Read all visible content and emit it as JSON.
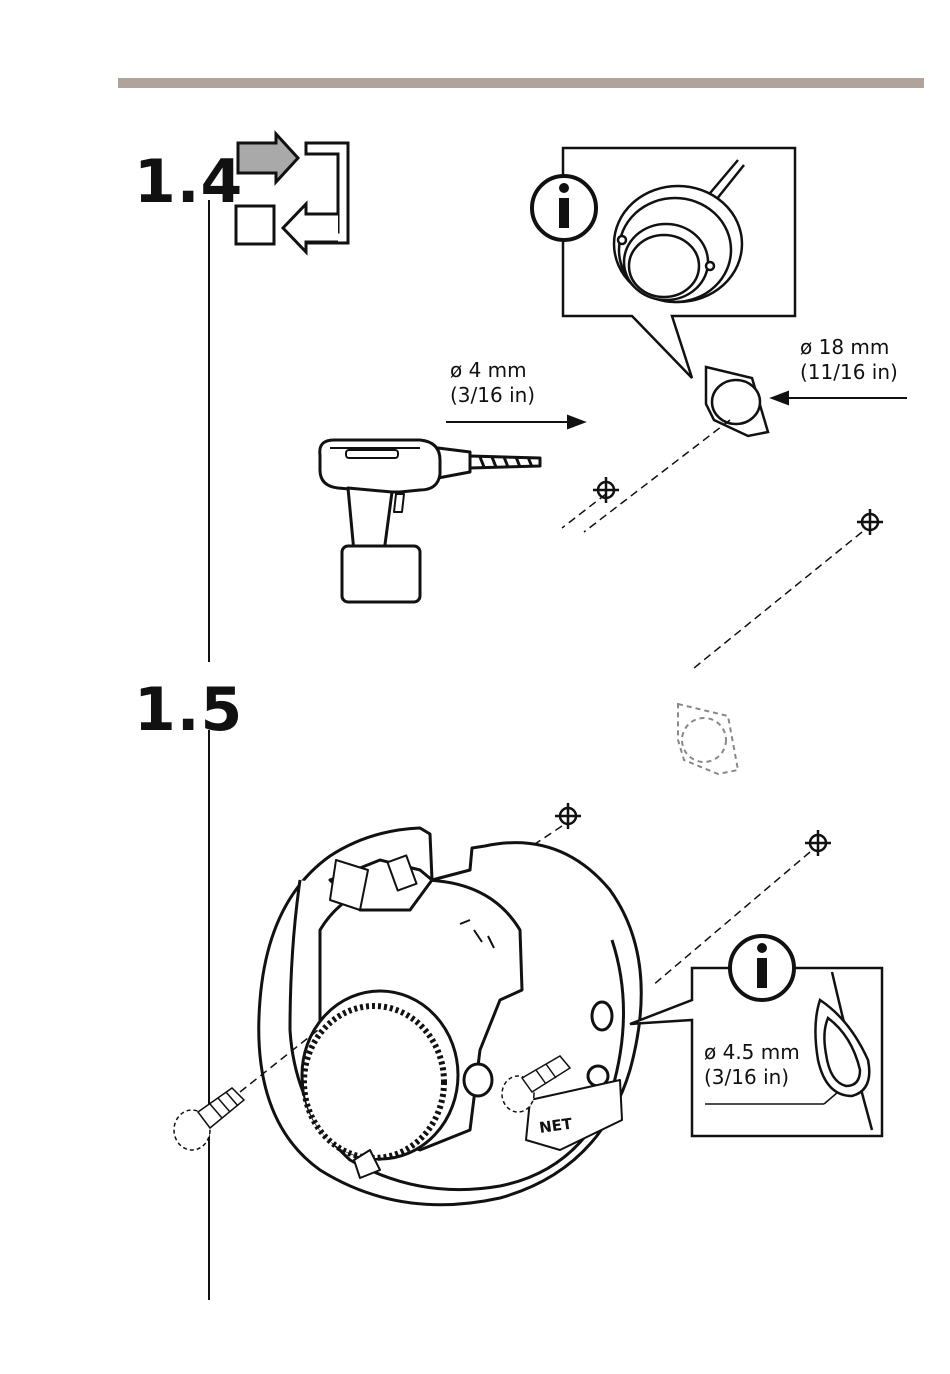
{
  "steps": {
    "step_a": "1.4",
    "step_b": "1.5"
  },
  "drill": {
    "diameter": "ø 4 mm",
    "imperial": "(3/16 in)"
  },
  "cable_hole": {
    "diameter": "ø 18 mm",
    "imperial": "(11/16 in)"
  },
  "screw_hole": {
    "diameter": "ø 4.5 mm",
    "imperial": "(3/16 in)"
  },
  "camera_labels": {
    "net": "NET",
    "info_glyph": "i"
  },
  "colors": {
    "header_bar": "#b0a39b",
    "ink": "#111111",
    "arrow_fill": "#a9a9a9"
  }
}
